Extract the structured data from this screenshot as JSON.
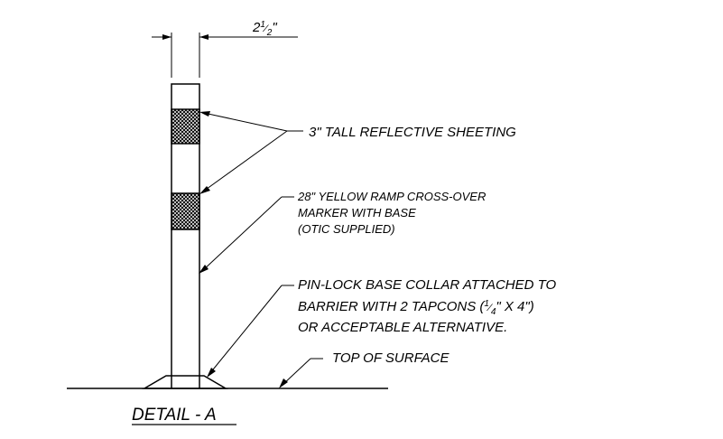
{
  "dimension": {
    "whole": "2",
    "frac_num": "1",
    "frac_den": "2",
    "unit": "\""
  },
  "callouts": {
    "sheeting": "3\" TALL REFLECTIVE SHEETING",
    "marker": [
      "28\" YELLOW RAMP CROSS-OVER",
      "MARKER WITH BASE",
      "(OTIC SUPPLIED)"
    ],
    "collar": {
      "line1": "PIN-LOCK BASE COLLAR ATTACHED TO",
      "line2_before": "BARRIER WITH 2 TAPCONS (",
      "line2_frac_num": "1",
      "line2_frac_den": "4",
      "line2_after": "\" X 4\")",
      "line3": "OR ACCEPTABLE ALTERNATIVE."
    },
    "surface": "TOP OF SURFACE"
  },
  "title": "DETAIL - A"
}
